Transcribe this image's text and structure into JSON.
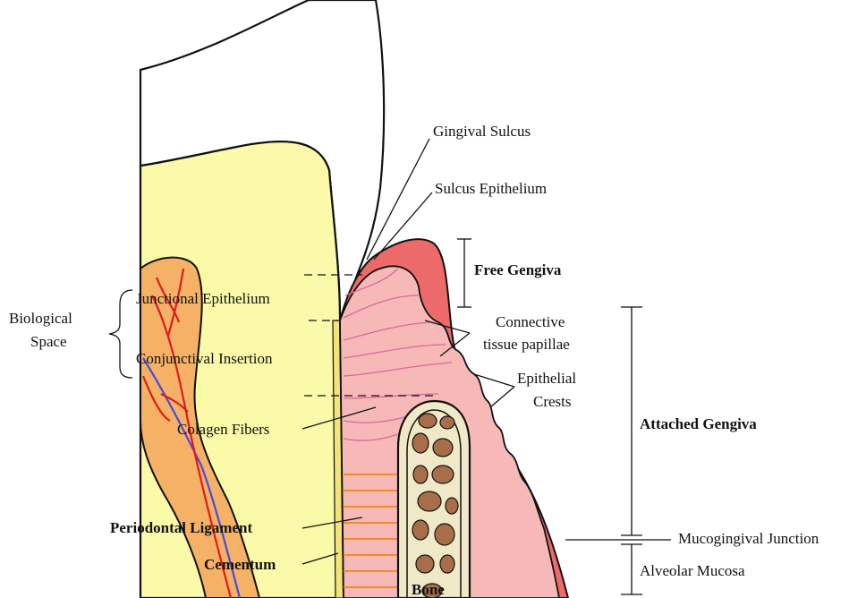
{
  "labels": {
    "gingival_sulcus": "Gingival Sulcus",
    "sulcus_epithelium": "Sulcus Epithelium",
    "free_gengiva": "Free Gengiva",
    "connective_tissue_papillae_1": "Connective",
    "connective_tissue_papillae_2": "tissue papillae",
    "epithelial_crests_1": "Epithelial",
    "epithelial_crests_2": "Crests",
    "attached_gengiva": "Attached Gengiva",
    "mucogingival_junction": "Mucogingival Junction",
    "alveolar_mucosa": "Alveolar Mucosa",
    "biological_space_1": "Biological",
    "biological_space_2": "Space",
    "junctional_epithelium": "Junctional Epithelium",
    "conjunctival_insertion": "Conjunctival Insertion",
    "colagen_fibers": "Colagen Fibers",
    "periodontal_ligament": "Periodontal Ligament",
    "cementum": "Cementum",
    "bone": "Bone"
  },
  "colors": {
    "enamel": "#ffffff",
    "dentin": "#fafaa8",
    "pulp": "#f5b266",
    "nerve_red": "#e01b1b",
    "nerve_blue": "#4a4ad8",
    "gingiva_pink": "#f7b8b8",
    "gingiva_red": "#ec6a6a",
    "bone_inner": "#f0e9c8",
    "bone_spot": "#a86e4a",
    "ligament": "#f28c28"
  }
}
